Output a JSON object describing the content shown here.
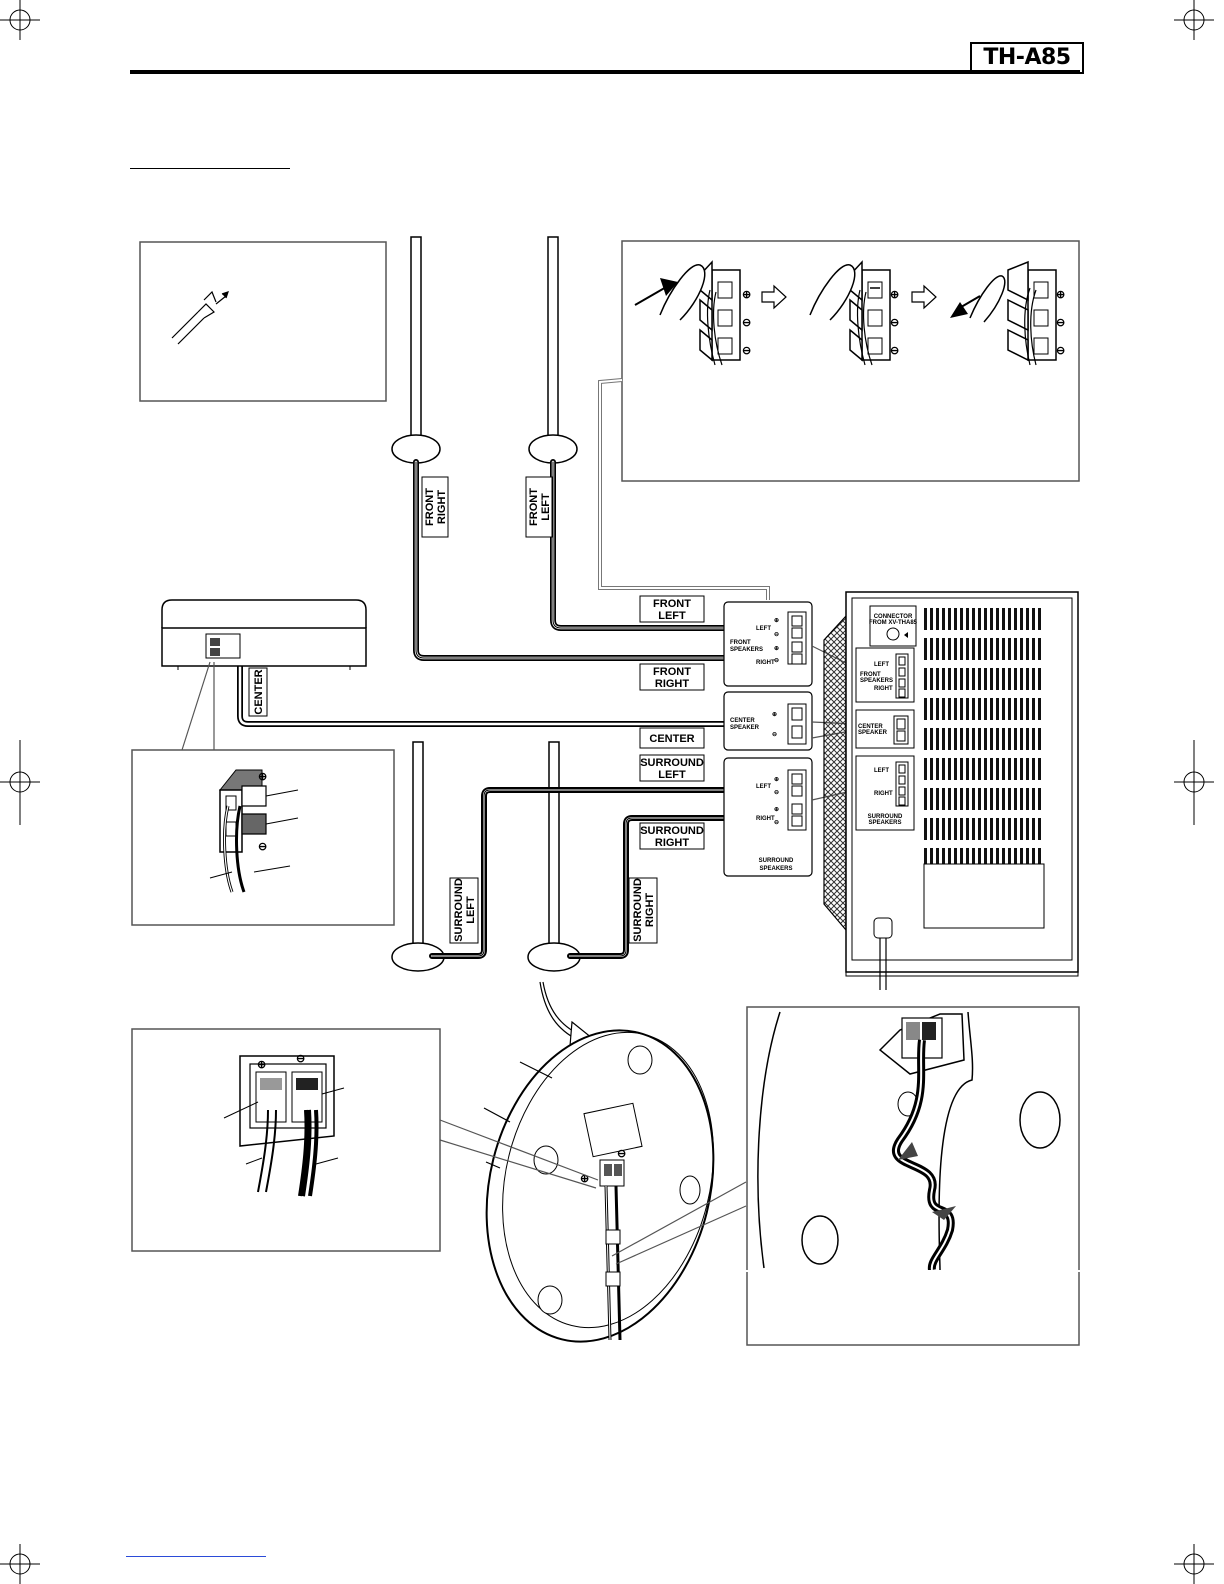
{
  "header": {
    "model": "TH-A85"
  },
  "labels": {
    "front_left": [
      "FRONT",
      "LEFT"
    ],
    "front_right": [
      "FRONT",
      "RIGHT"
    ],
    "center": "CENTER",
    "surround_left": [
      "SURROUND",
      "LEFT"
    ],
    "surround_right": [
      "SURROUND",
      "RIGHT"
    ],
    "sub_left": "LEFT",
    "sub_right": "RIGHT",
    "sub_front_speakers": [
      "FRONT",
      "SPEAKERS"
    ],
    "sub_center_speaker": [
      "CENTER",
      "SPEAKER"
    ],
    "sub_surround_speakers": [
      "SURROUND",
      "SPEAKERS"
    ],
    "panel_connector": [
      "CONNECTOR",
      "FROM XV-THA85"
    ],
    "panel_front_speakers": [
      "FRONT",
      "SPEAKERS"
    ],
    "panel_center_speaker": [
      "CENTER",
      "SPEAKER"
    ],
    "panel_surround_speakers": [
      "SURROUND",
      "SPEAKERS"
    ],
    "plus": "⊕",
    "minus": "⊖"
  }
}
